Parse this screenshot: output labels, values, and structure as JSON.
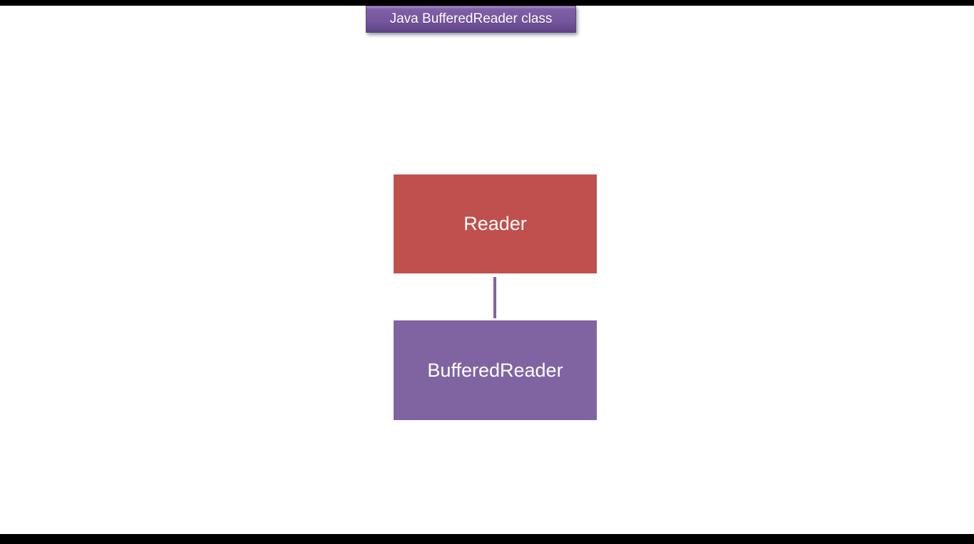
{
  "title_banner": {
    "label": "Java BufferedReader class"
  },
  "diagram": {
    "nodes": [
      {
        "id": "reader",
        "label": "Reader",
        "color": "#c0504d",
        "text_color": "#ffffff"
      },
      {
        "id": "bufferedreader",
        "label": "BufferedReader",
        "color": "#8064a2",
        "text_color": "#ffffff"
      }
    ],
    "connector": {
      "from": "reader",
      "to": "bufferedreader",
      "color": "#8064a2"
    }
  },
  "colors": {
    "background": "#ffffff",
    "letterbox": "#000000",
    "banner_purple_top": "#9a7fc0",
    "banner_purple_bottom": "#5e4285",
    "node_red": "#c0504d",
    "node_purple": "#8064a2"
  }
}
